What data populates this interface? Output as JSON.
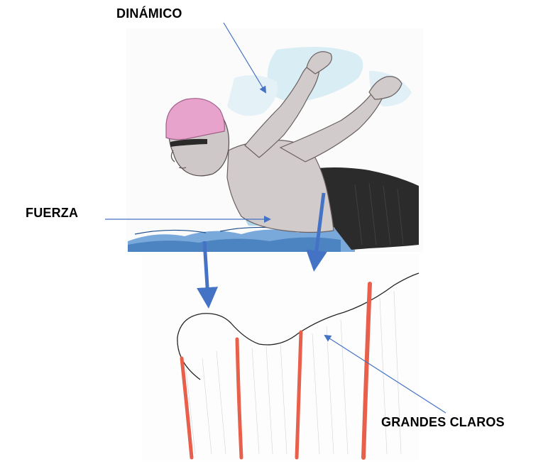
{
  "labels": {
    "dinamico": "DINÁMICO",
    "fuerza": "FUERZA",
    "grandes_claros": "GRANDES CLAROS"
  },
  "colors": {
    "pointer_line": "#4472c4",
    "thick_arrow": "#4472c4",
    "red_stroke": "#e8604c",
    "water_blue": "#3a7fc4",
    "cap_pink": "#e8a0c8",
    "shorts_black": "#2a2a2a",
    "skin_gray": "#cfc8c8"
  },
  "icons": {
    "top_illustration": "swimmer-butterfly-drawing",
    "bottom_illustration": "wave-drawing-with-vertical-strokes"
  }
}
